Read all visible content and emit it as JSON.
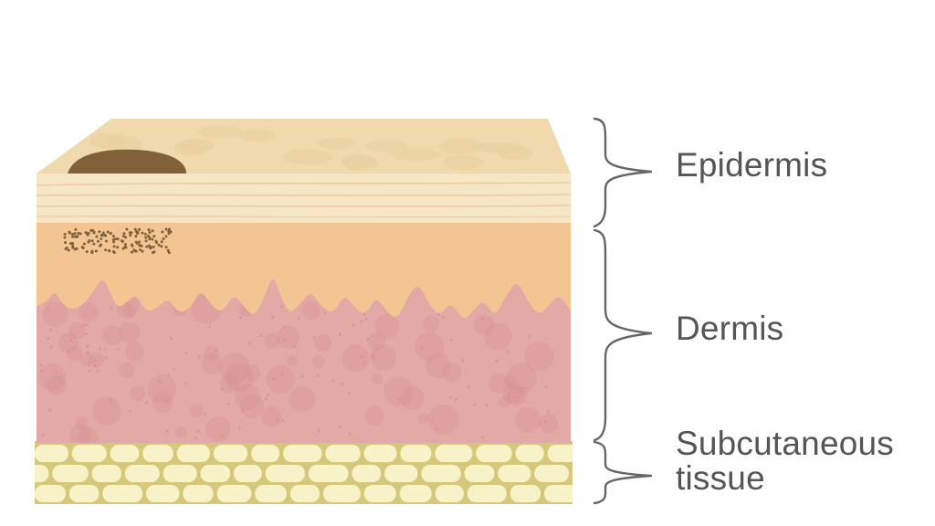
{
  "labels": {
    "epidermis": "Epidermis",
    "dermis": "Dermis",
    "subcutaneous_line1": "Subcutaneous",
    "subcutaneous_line2": "tissue"
  },
  "colors": {
    "epidermis_top": "#f0d9ad",
    "epidermis_front": "#f7e6c5",
    "upper_dermis": "#f2c593",
    "dermis": "#e3a9a6",
    "dermis_spot": "#d88f96",
    "fat_cell": "#f7f2c8",
    "fat_background": "#d6c87a",
    "melanin": "#80613a",
    "bracket": "#666666",
    "label_text": "#555555"
  }
}
